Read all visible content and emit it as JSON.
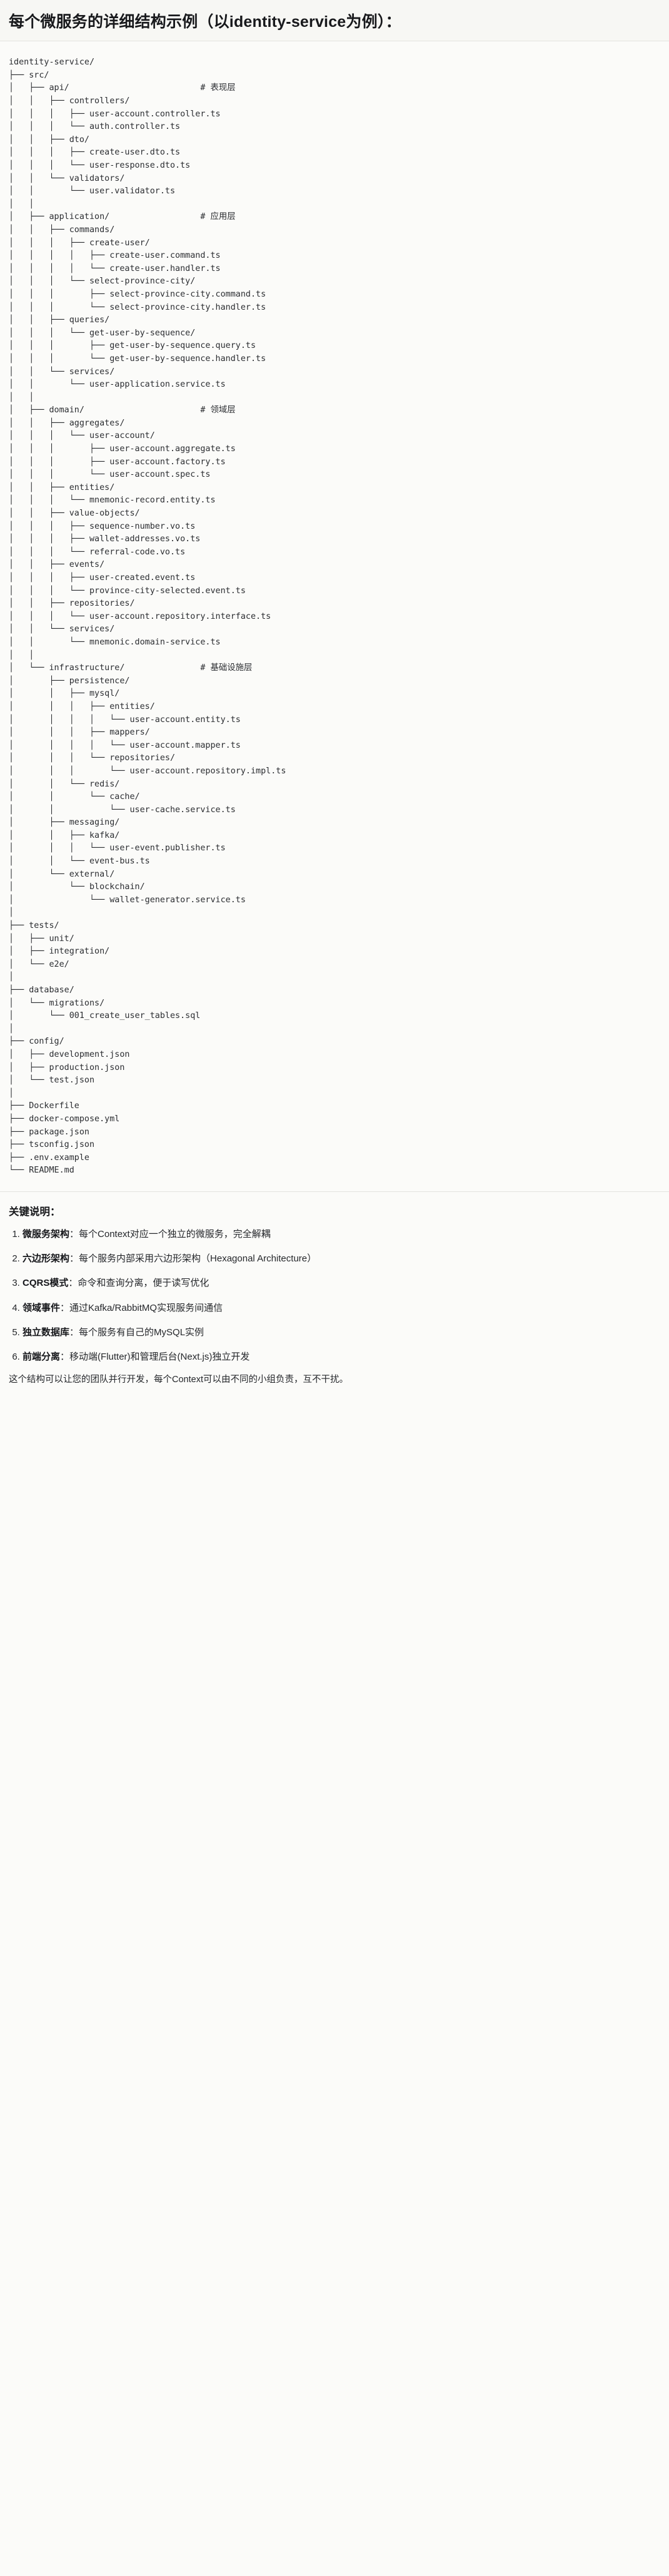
{
  "header": {
    "title": "每个微服务的详细结构示例（以identity-service为例）："
  },
  "tree": {
    "root": "identity-service/",
    "text": "identity-service/\n├── src/\n│   ├── api/                          # 表现层\n│   │   ├── controllers/\n│   │   │   ├── user-account.controller.ts\n│   │   │   └── auth.controller.ts\n│   │   ├── dto/\n│   │   │   ├── create-user.dto.ts\n│   │   │   └── user-response.dto.ts\n│   │   └── validators/\n│   │       └── user.validator.ts\n│   │\n│   ├── application/                  # 应用层\n│   │   ├── commands/\n│   │   │   ├── create-user/\n│   │   │   │   ├── create-user.command.ts\n│   │   │   │   └── create-user.handler.ts\n│   │   │   └── select-province-city/\n│   │   │       ├── select-province-city.command.ts\n│   │   │       └── select-province-city.handler.ts\n│   │   ├── queries/\n│   │   │   └── get-user-by-sequence/\n│   │   │       ├── get-user-by-sequence.query.ts\n│   │   │       └── get-user-by-sequence.handler.ts\n│   │   └── services/\n│   │       └── user-application.service.ts\n│   │\n│   ├── domain/                       # 领域层\n│   │   ├── aggregates/\n│   │   │   └── user-account/\n│   │   │       ├── user-account.aggregate.ts\n│   │   │       ├── user-account.factory.ts\n│   │   │       └── user-account.spec.ts\n│   │   ├── entities/\n│   │   │   └── mnemonic-record.entity.ts\n│   │   ├── value-objects/\n│   │   │   ├── sequence-number.vo.ts\n│   │   │   ├── wallet-addresses.vo.ts\n│   │   │   └── referral-code.vo.ts\n│   │   ├── events/\n│   │   │   ├── user-created.event.ts\n│   │   │   └── province-city-selected.event.ts\n│   │   ├── repositories/\n│   │   │   └── user-account.repository.interface.ts\n│   │   └── services/\n│   │       └── mnemonic.domain-service.ts\n│   │\n│   └── infrastructure/               # 基础设施层\n│       ├── persistence/\n│       │   ├── mysql/\n│       │   │   ├── entities/\n│       │   │   │   └── user-account.entity.ts\n│       │   │   ├── mappers/\n│       │   │   │   └── user-account.mapper.ts\n│       │   │   └── repositories/\n│       │   │       └── user-account.repository.impl.ts\n│       │   └── redis/\n│       │       └── cache/\n│       │           └── user-cache.service.ts\n│       ├── messaging/\n│       │   ├── kafka/\n│       │   │   └── user-event.publisher.ts\n│       │   └── event-bus.ts\n│       └── external/\n│           └── blockchain/\n│               └── wallet-generator.service.ts\n│\n├── tests/\n│   ├── unit/\n│   ├── integration/\n│   └── e2e/\n│\n├── database/\n│   └── migrations/\n│       └── 001_create_user_tables.sql\n│\n├── config/\n│   ├── development.json\n│   ├── production.json\n│   └── test.json\n│\n├── Dockerfile\n├── docker-compose.yml\n├── package.json\n├── tsconfig.json\n├── .env.example\n└── README.md",
    "layer_comments": [
      "# 表现层",
      "# 应用层",
      "# 领域层",
      "# 基础设施层"
    ]
  },
  "notes": {
    "title": "关键说明：",
    "items": [
      {
        "term": "微服务架构",
        "sep": "：",
        "desc": "每个Context对应一个独立的微服务，完全解耦"
      },
      {
        "term": "六边形架构",
        "sep": "：",
        "desc": "每个服务内部采用六边形架构（Hexagonal Architecture）"
      },
      {
        "term": "CQRS模式",
        "sep": "：",
        "desc": "命令和查询分离，便于读写优化"
      },
      {
        "term": "领域事件",
        "sep": "：",
        "desc": "通过Kafka/RabbitMQ实现服务间通信"
      },
      {
        "term": "独立数据库",
        "sep": "：",
        "desc": "每个服务有自己的MySQL实例"
      },
      {
        "term": "前端分离",
        "sep": "：",
        "desc": "移动端(Flutter)和管理后台(Next.js)独立开发"
      }
    ],
    "closing": "这个结构可以让您的团队并行开发，每个Context可以由不同的小组负责，互不干扰。"
  },
  "colors": {
    "page_bg": "#fbfbf9",
    "header_bg": "#f7f7f4",
    "rule": "#e3e3df",
    "text": "#25272b",
    "tree_text": "#2b2d31"
  }
}
